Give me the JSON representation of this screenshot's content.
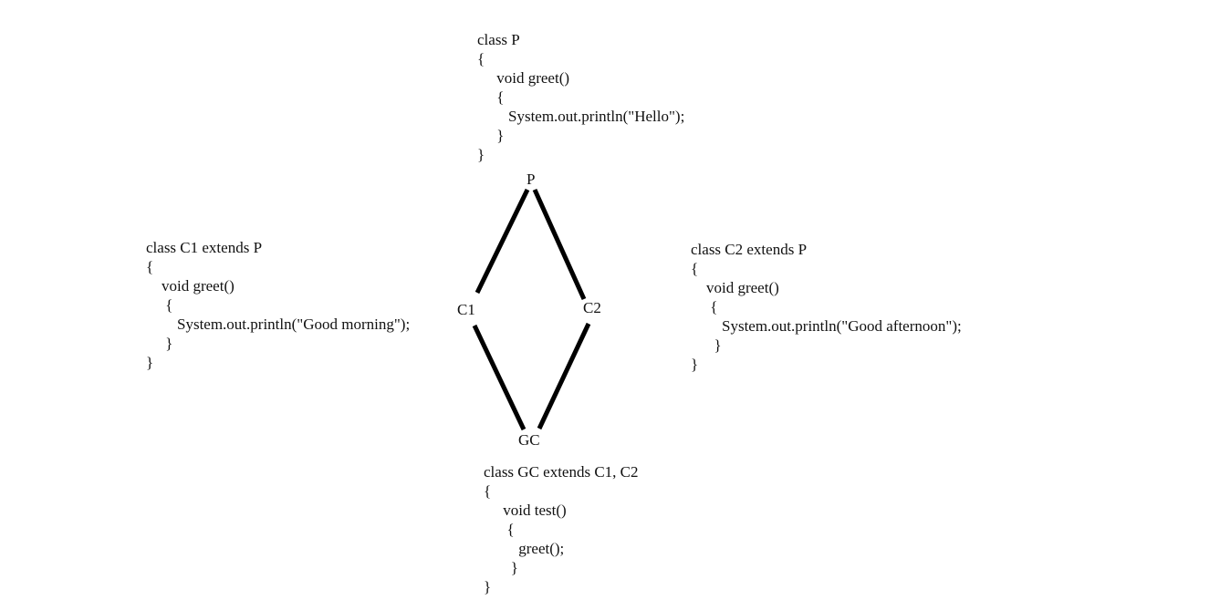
{
  "nodes": {
    "p": "P",
    "c1": "C1",
    "c2": "C2",
    "gc": "GC"
  },
  "blocks": {
    "p": [
      "class P",
      "{",
      "     void greet()",
      "     {",
      "        System.out.println(\"Hello\");",
      "     }",
      "}"
    ],
    "c1": [
      "class C1 extends P",
      "{",
      "    void greet()",
      "     {",
      "        System.out.println(\"Good morning\");",
      "     }",
      "}"
    ],
    "c2": [
      "class C2 extends P",
      "{",
      "    void greet()",
      "     {",
      "        System.out.println(\"Good afternoon\");",
      "      }",
      "}"
    ],
    "gc": [
      "class GC extends C1, C2",
      "{",
      "     void test()",
      "      {",
      "         greet();",
      "       }",
      "}"
    ]
  },
  "edges": [
    {
      "from": "p",
      "to": "c1"
    },
    {
      "from": "p",
      "to": "c2"
    },
    {
      "from": "c1",
      "to": "gc"
    },
    {
      "from": "c2",
      "to": "gc"
    }
  ],
  "colors": {
    "text": "#111111",
    "edge": "#000000",
    "background": "#ffffff"
  }
}
